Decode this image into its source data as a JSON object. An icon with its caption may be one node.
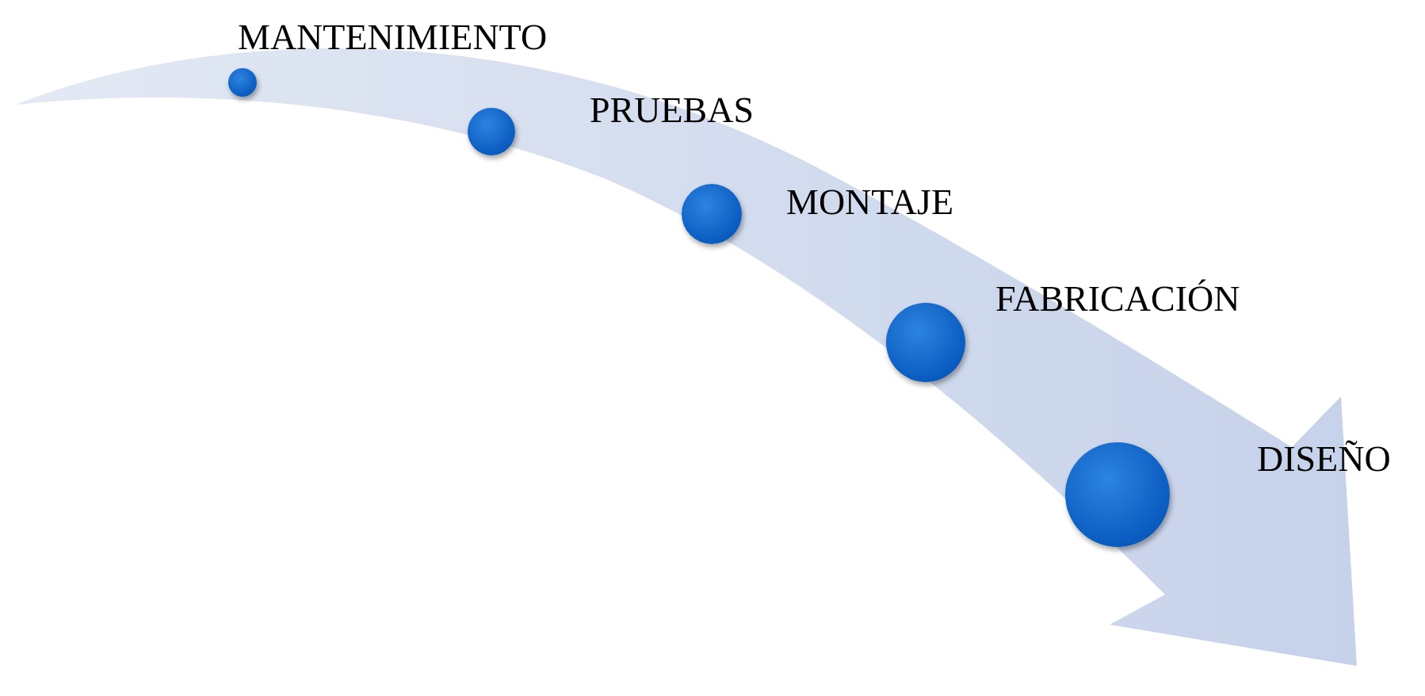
{
  "diagram": {
    "nodes": [
      {
        "text": [],
        "shape": "circle",
        "beside": [
          "MANTENIMIENTO"
        ]
      },
      {
        "text": [],
        "shape": "circle",
        "beside": [
          "PRUEBAS"
        ]
      },
      {
        "text": [],
        "shape": "circle",
        "beside": [
          "MONTAJE"
        ]
      },
      {
        "text": [],
        "shape": "circle",
        "beside": [
          "FABRICACIÓN"
        ]
      },
      {
        "text": [],
        "shape": "circle",
        "beside": [
          "DISEÑO"
        ]
      }
    ]
  }
}
